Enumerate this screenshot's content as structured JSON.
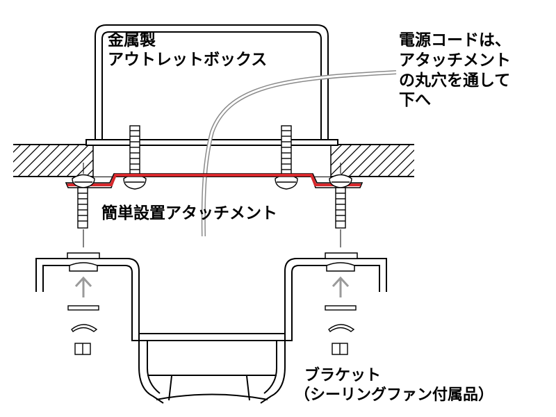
{
  "labels": {
    "outlet_box": [
      "金属製",
      "アウトレットボックス"
    ],
    "power_cord": [
      "電源コードは、",
      "アタッチメント",
      "の丸穴を通して",
      "下へ"
    ],
    "attachment": "簡単設置アタッチメント",
    "bracket": [
      "ブラケット",
      "（シーリングファン付属品）"
    ]
  },
  "colors": {
    "attachment": "#d8282c",
    "line": "#000000",
    "arrow": "#9a9a9a",
    "cord": "#8a8a8a",
    "background": "#ffffff"
  }
}
